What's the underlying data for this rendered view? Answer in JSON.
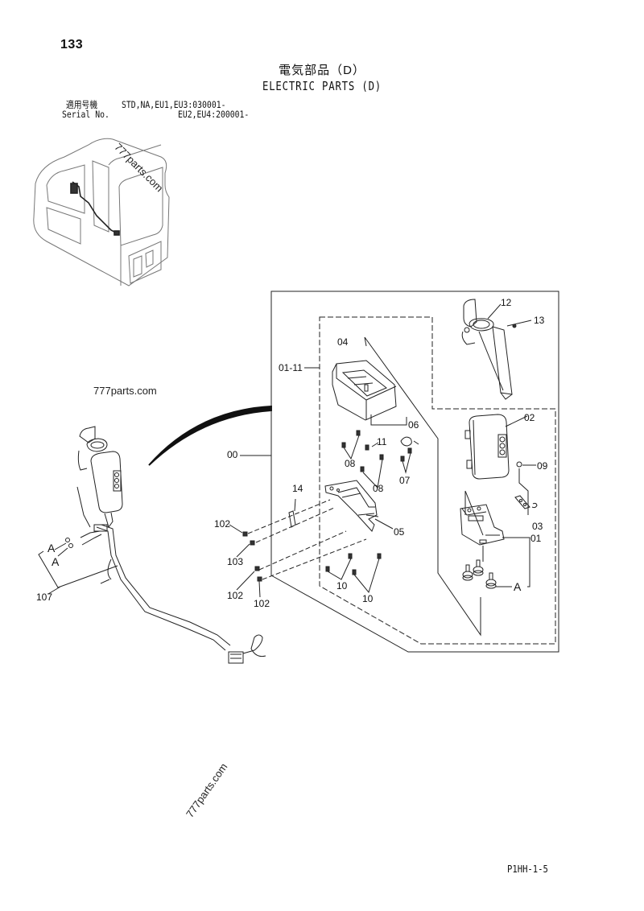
{
  "header": {
    "page_number": "133",
    "title_jp": "電気部品（D）",
    "title_en": "ELECTRIC PARTS (D)",
    "serial_label_jp": "適用号機",
    "serial_label_en": "Serial No.",
    "serial_range_1": "STD,NA,EU1,EU3:030001-",
    "serial_range_2": "EU2,EU4:200001-"
  },
  "watermarks": [
    "777parts.com",
    "777parts.com",
    "777parts.com"
  ],
  "callouts": {
    "c00": "00",
    "c01": "01",
    "c01_11": "01-11",
    "c02": "02",
    "c03": "03",
    "c04": "04",
    "c05": "05",
    "c06": "06",
    "c07": "07",
    "c08a": "08",
    "c08b": "08",
    "c09": "09",
    "c10a": "10",
    "c10b": "10",
    "c11": "11",
    "c12": "12",
    "c13": "13",
    "c14": "14",
    "c102a": "102",
    "c102b": "102",
    "c102c": "102",
    "c103": "103",
    "c107": "107",
    "cA1": "A",
    "cA2": "A",
    "cA3": "A"
  },
  "footer": {
    "drawing_code": "P1HH-1-5"
  }
}
